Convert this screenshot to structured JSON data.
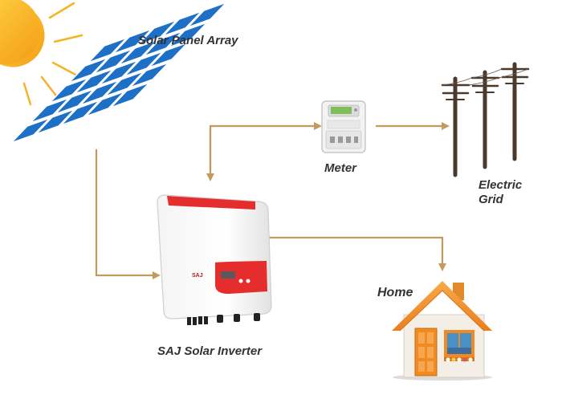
{
  "labels": {
    "solar_panel": "Solar Panel Array",
    "meter": "Meter",
    "grid": "Electric Grid",
    "home": "Home",
    "inverter": "SAJ Solar Inverter",
    "inverter_brand": "SAJ"
  },
  "colors": {
    "arrow": "#C49A5C",
    "sun": "#F6B327",
    "panel_cell": "#1E6FC6",
    "inverter_accent": "#E52D2D",
    "pole": "#4B3A2C",
    "roof": "#F08A22",
    "house_wall": "#F3EEE6",
    "door": "#F08A22"
  }
}
